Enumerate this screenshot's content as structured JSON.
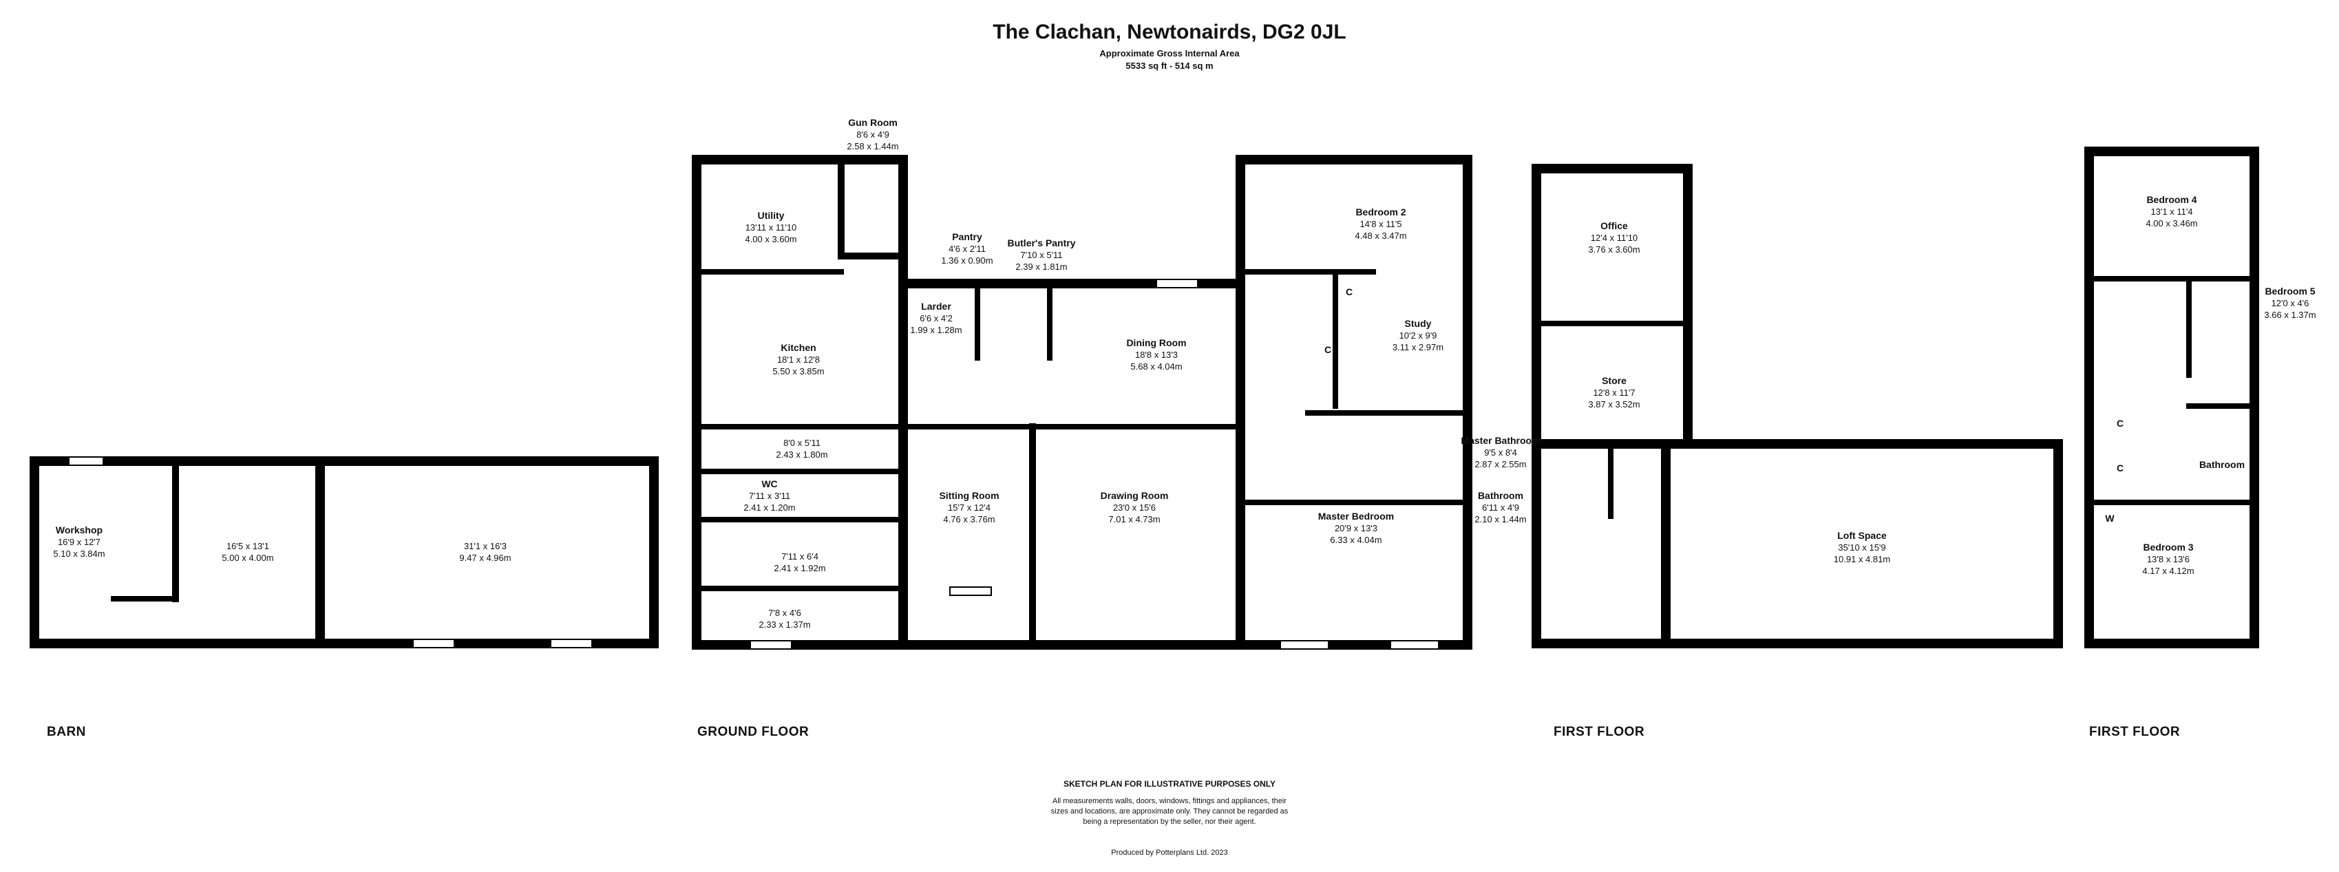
{
  "header": {
    "title": "The Clachan, Newtonairds, DG2 0JL",
    "area_label": "Approximate Gross Internal Area",
    "area_value": "5533 sq ft - 514 sq m"
  },
  "floors": [
    {
      "label": "BARN"
    },
    {
      "label": "GROUND FLOOR"
    },
    {
      "label": "FIRST FLOOR"
    },
    {
      "label": "FIRST FLOOR"
    }
  ],
  "rooms": [
    {
      "name": "Workshop",
      "imperial": "16'9 x 12'7",
      "metric": "5.10 x 3.84m"
    },
    {
      "name": "",
      "imperial": "16'5 x 13'1",
      "metric": "5.00 x 4.00m"
    },
    {
      "name": "",
      "imperial": "31'1 x 16'3",
      "metric": "9.47 x 4.96m"
    },
    {
      "name": "Gun Room",
      "imperial": "8'6 x 4'9",
      "metric": "2.58 x 1.44m"
    },
    {
      "name": "Utility",
      "imperial": "13'11 x 11'10",
      "metric": "4.00 x 3.60m"
    },
    {
      "name": "Pantry",
      "imperial": "4'6 x 2'11",
      "metric": "1.36 x 0.90m"
    },
    {
      "name": "Butler's Pantry",
      "imperial": "7'10 x 5'11",
      "metric": "2.39 x 1.81m"
    },
    {
      "name": "Larder",
      "imperial": "6'6 x 4'2",
      "metric": "1.99 x 1.28m"
    },
    {
      "name": "Kitchen",
      "imperial": "18'1 x 12'8",
      "metric": "5.50 x 3.85m"
    },
    {
      "name": "Dining Room",
      "imperial": "18'8 x 13'3",
      "metric": "5.68 x 4.04m"
    },
    {
      "name": "",
      "imperial": "8'0 x 5'11",
      "metric": "2.43 x 1.80m"
    },
    {
      "name": "WC",
      "imperial": "7'11 x 3'11",
      "metric": "2.41 x 1.20m"
    },
    {
      "name": "Sitting Room",
      "imperial": "15'7 x 12'4",
      "metric": "4.76 x 3.76m"
    },
    {
      "name": "Drawing Room",
      "imperial": "23'0 x 15'6",
      "metric": "7.01 x 4.73m"
    },
    {
      "name": "",
      "imperial": "7'11 x 6'4",
      "metric": "2.41 x 1.92m"
    },
    {
      "name": "",
      "imperial": "7'8 x 4'6",
      "metric": "2.33 x 1.37m"
    },
    {
      "name": "Bedroom 2",
      "imperial": "14'8 x 11'5",
      "metric": "4.48 x 3.47m"
    },
    {
      "name": "Study",
      "imperial": "10'2 x 9'9",
      "metric": "3.11 x 2.97m"
    },
    {
      "name": "Master Bathroom",
      "imperial": "9'5 x 8'4",
      "metric": "2.87 x 2.55m"
    },
    {
      "name": "Bathroom",
      "imperial": "6'11 x 4'9",
      "metric": "2.10 x 1.44m"
    },
    {
      "name": "Master Bedroom",
      "imperial": "20'9 x 13'3",
      "metric": "6.33 x 4.04m"
    },
    {
      "name": "Office",
      "imperial": "12'4 x 11'10",
      "metric": "3.76 x 3.60m"
    },
    {
      "name": "Store",
      "imperial": "12'8 x 11'7",
      "metric": "3.87 x 3.52m"
    },
    {
      "name": "Loft Space",
      "imperial": "35'10 x 15'9",
      "metric": "10.91 x 4.81m"
    },
    {
      "name": "Bedroom 4",
      "imperial": "13'1 x 11'4",
      "metric": "4.00 x 3.46m"
    },
    {
      "name": "Bedroom 5",
      "imperial": "12'0 x 4'6",
      "metric": "3.66 x 1.37m"
    },
    {
      "name": "Bathroom",
      "imperial": "",
      "metric": ""
    },
    {
      "name": "Bedroom 3",
      "imperial": "13'8 x 13'6",
      "metric": "4.17 x 4.12m"
    }
  ],
  "marks": {
    "cupboard": "C",
    "wardrobe": "W"
  },
  "footer": {
    "heading": "SKETCH PLAN FOR ILLUSTRATIVE PURPOSES ONLY",
    "line1": "All measurements walls, doors, windows, fittings and appliances, their",
    "line2": "sizes and locations, are approximate only. They cannot be regarded as",
    "line3": "being a representation by the seller, nor their agent.",
    "credit": "Produced by Potterplans Ltd. 2023"
  }
}
